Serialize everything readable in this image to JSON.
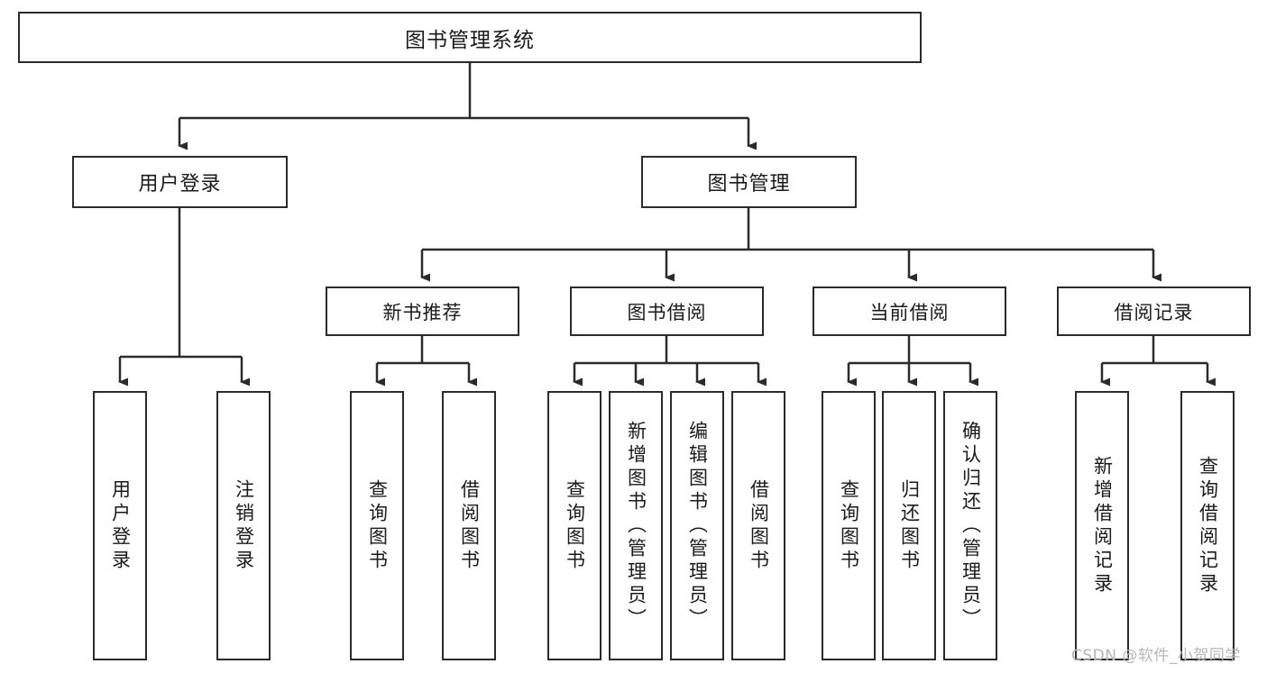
{
  "diagram": {
    "type": "tree-hierarchy-chart",
    "title": "图书管理系统",
    "colors": {
      "stroke": "#2b2b2b",
      "fill": "#ffffff",
      "text": "#1a1a1a",
      "watermark": "#b6b6b6"
    },
    "nodes": {
      "root": {
        "label": "图书管理系统"
      },
      "level1": [
        {
          "label": "用户登录"
        },
        {
          "label": "图书管理"
        }
      ],
      "level2": [
        {
          "label": "新书推荐"
        },
        {
          "label": "图书借阅"
        },
        {
          "label": "当前借阅"
        },
        {
          "label": "借阅记录"
        }
      ],
      "leaves": {
        "user_login": [
          {
            "label": "用户登录"
          },
          {
            "label": "注销登录"
          }
        ],
        "new_book_recommend": [
          {
            "label": "查询图书"
          },
          {
            "label": "借阅图书"
          }
        ],
        "book_borrow": [
          {
            "label": "查询图书"
          },
          {
            "label": "新增图书（管理员）"
          },
          {
            "label": "编辑图书（管理员）"
          },
          {
            "label": "借阅图书"
          }
        ],
        "current_borrow": [
          {
            "label": "查询图书"
          },
          {
            "label": "归还图书"
          },
          {
            "label": "确认归还（管理员）"
          }
        ],
        "borrow_records": [
          {
            "label": "新增借阅记录"
          },
          {
            "label": "查询借阅记录"
          }
        ]
      }
    },
    "watermark": "CSDN @软件_小贺同学"
  }
}
